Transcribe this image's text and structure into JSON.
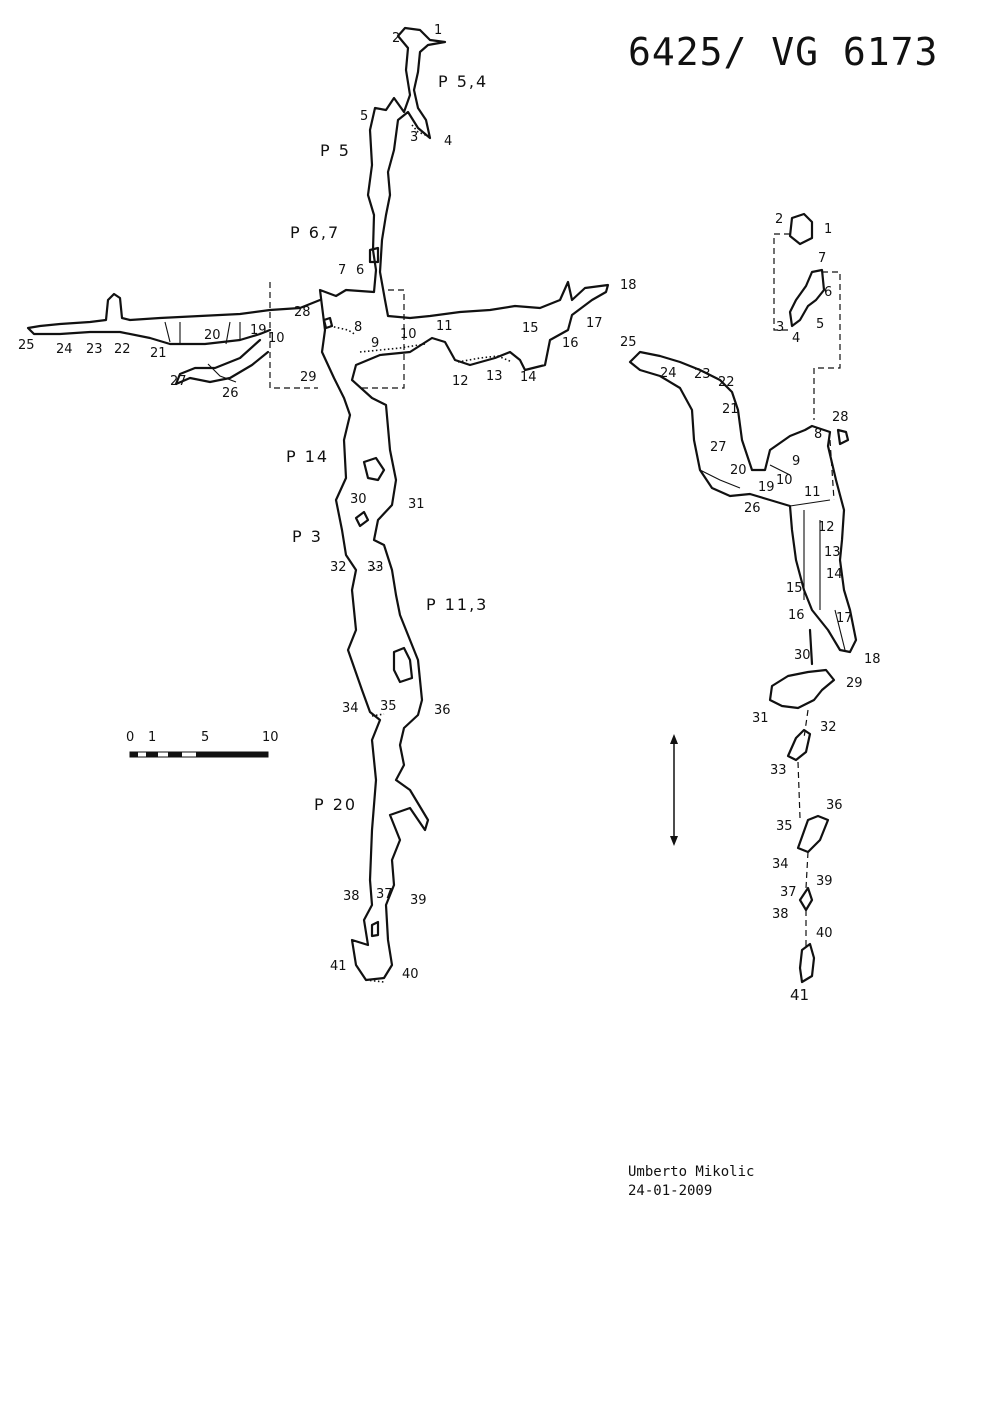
{
  "header": {
    "title": "6425/ VG 6173"
  },
  "footer": {
    "author": "Umberto Mikolic",
    "date": "24-01-2009"
  },
  "scale_bar": {
    "ticks": [
      "0",
      "1",
      "5",
      "10"
    ]
  },
  "section": {
    "pitches": [
      "P 5,4",
      "P 5",
      "P 6,7",
      "P 14",
      "P 3",
      "P 11,3",
      "P 20"
    ],
    "stations": [
      "1",
      "2",
      "3",
      "4",
      "5",
      "6",
      "7",
      "8",
      "9",
      "10",
      "11",
      "12",
      "13",
      "14",
      "15",
      "16",
      "17",
      "18",
      "19",
      "20",
      "21",
      "22",
      "23",
      "24",
      "25",
      "26",
      "27",
      "28",
      "29",
      "30",
      "31",
      "32",
      "33",
      "34",
      "35",
      "36",
      "37",
      "38",
      "39",
      "40",
      "41",
      "10"
    ]
  },
  "plan": {
    "stations": [
      "1",
      "2",
      "3",
      "4",
      "5",
      "6",
      "7",
      "8",
      "9",
      "10",
      "11",
      "12",
      "13",
      "14",
      "15",
      "16",
      "17",
      "18",
      "19",
      "20",
      "21",
      "22",
      "23",
      "24",
      "25",
      "26",
      "27",
      "28",
      "29",
      "30",
      "31",
      "32",
      "33",
      "34",
      "35",
      "36",
      "37",
      "38",
      "39",
      "40",
      "41"
    ]
  }
}
